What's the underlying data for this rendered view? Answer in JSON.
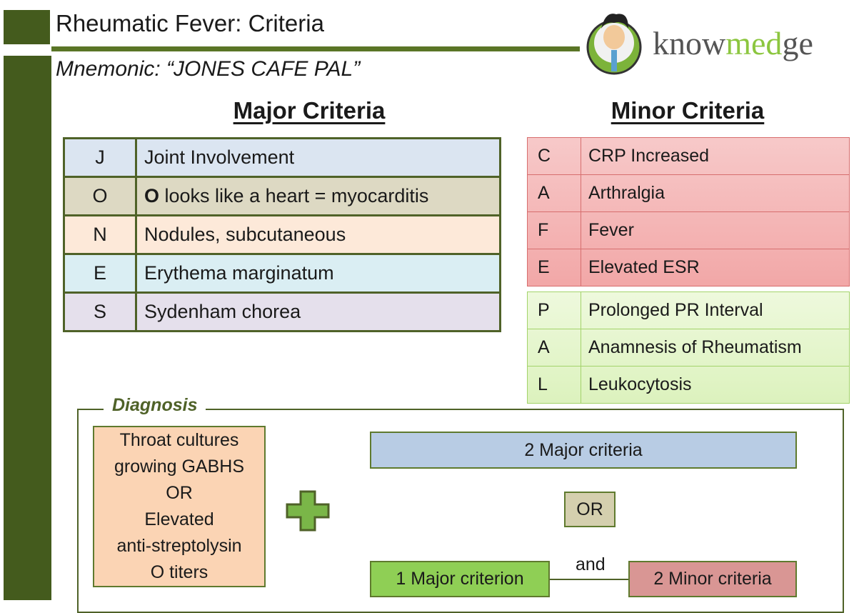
{
  "title": "Rheumatic Fever: Criteria",
  "mnemonic": "Mnemonic: “JONES CAFE PAL”",
  "logo": {
    "text_pre": "know",
    "text_mid": "med",
    "text_post": "ge"
  },
  "major": {
    "heading": "Major Criteria",
    "rows": [
      {
        "letter": "J",
        "bold": "",
        "text": "Joint Involvement",
        "color": "#dbe5f1"
      },
      {
        "letter": "O",
        "bold": "O",
        "text": " looks like a heart = myocarditis",
        "color": "#ddd9c3"
      },
      {
        "letter": "N",
        "bold": "",
        "text": "Nodules, subcutaneous",
        "color": "#fde9d9"
      },
      {
        "letter": "E",
        "bold": "",
        "text": "Erythema marginatum",
        "color": "#daeef3"
      },
      {
        "letter": "S",
        "bold": "",
        "text": "Sydenham chorea",
        "color": "#e5e0ec"
      }
    ]
  },
  "minor": {
    "heading": "Minor Criteria",
    "red_rows": [
      {
        "letter": "C",
        "text": "CRP Increased"
      },
      {
        "letter": "A",
        "text": "Arthralgia"
      },
      {
        "letter": "F",
        "text": "Fever"
      },
      {
        "letter": "E",
        "text": "Elevated ESR"
      }
    ],
    "green_rows": [
      {
        "letter": "P",
        "text": "Prolonged PR Interval"
      },
      {
        "letter": "A",
        "text": "Anamnesis of Rheumatism"
      },
      {
        "letter": "L",
        "text": "Leukocytosis"
      }
    ]
  },
  "diagnosis": {
    "label": "Diagnosis",
    "evidence": [
      "Throat cultures",
      "growing GABHS",
      "OR",
      "Elevated",
      "anti-streptolysin",
      "O titers"
    ],
    "option1": "2 Major criteria",
    "or": "OR",
    "option2a": "1 Major criterion",
    "and": "and",
    "option2b": "2 Minor criteria"
  }
}
